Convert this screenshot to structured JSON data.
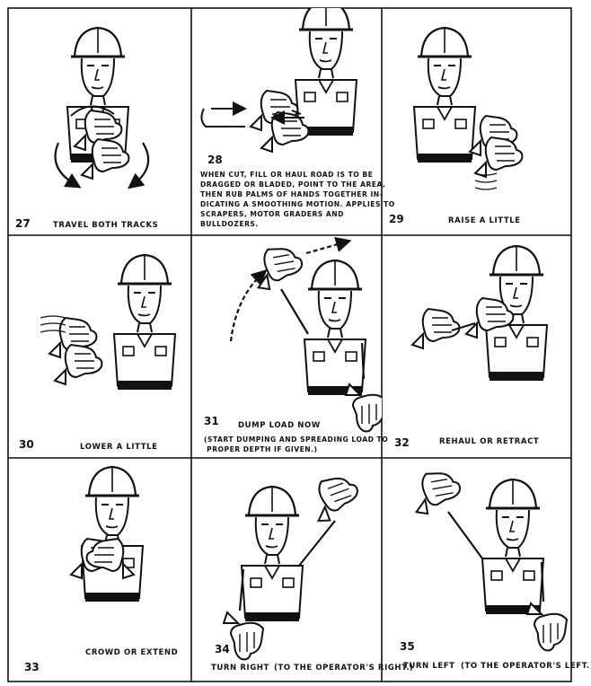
{
  "panels": [
    {
      "number": "27",
      "caption": "TRAVEL BOTH TRACKS"
    },
    {
      "number": "28",
      "caption": "",
      "description": "WHEN CUT, FILL OR HAUL ROAD IS TO BE\nDRAGGED OR BLADED, POINT TO THE AREA,\nTHEN RUB PALMS OF HANDS TOGETHER IN-\nDICATING A SMOOTHING MOTION. APPLIES TO\nSCRAPERS, MOTOR GRADERS AND\nBULLDOZERS."
    },
    {
      "number": "29",
      "caption": "RAISE A LITTLE"
    },
    {
      "number": "30",
      "caption": "LOWER A LITTLE"
    },
    {
      "number": "31",
      "caption": "DUMP LOAD NOW",
      "description": "(START DUMPING AND SPREADING LOAD TO\n PROPER DEPTH IF GIVEN.)"
    },
    {
      "number": "32",
      "caption": "REHAUL OR RETRACT"
    },
    {
      "number": "33",
      "caption": "CROWD OR EXTEND"
    },
    {
      "number": "34",
      "caption": "TURN RIGHT",
      "note": "(TO THE OPERATOR'S RIGHT.)"
    },
    {
      "number": "35",
      "caption": "TURN LEFT",
      "note": "(TO THE OPERATOR'S LEFT.)"
    }
  ],
  "icons": [
    "hard-hat-worker",
    "gloved-hand",
    "motion-arrow"
  ]
}
